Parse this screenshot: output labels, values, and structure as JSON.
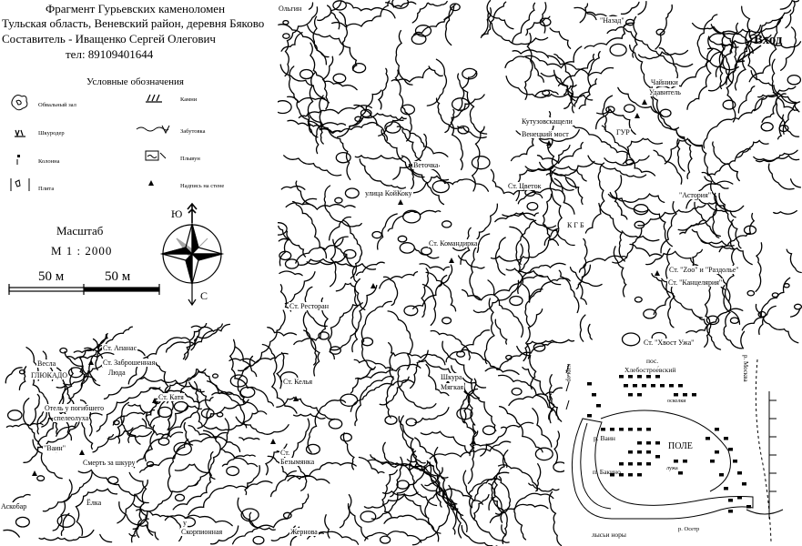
{
  "header": {
    "line1": "Фрагмент Гурьевских каменоломен",
    "line2": "Тульская область, Веневский район, деревня Бяково",
    "line3": "Составитель - Иващенко Сергей Олегович",
    "line4": "тел: 89109401644"
  },
  "legend": {
    "title": "Условные обозначения",
    "items": [
      {
        "icon": "collapse-hall-icon",
        "label": "Обвальный зал"
      },
      {
        "icon": "stones-icon",
        "label": "Камни"
      },
      {
        "icon": "shaft-icon",
        "label": "Шкуродер"
      },
      {
        "icon": "backfill-icon",
        "label": "Забутовка"
      },
      {
        "icon": "column-icon",
        "label": "Колонна"
      },
      {
        "icon": "quicksand-icon",
        "label": "Плывун"
      },
      {
        "icon": "slab-icon",
        "label": "Плита"
      },
      {
        "icon": "triangle-icon",
        "label": "Надпись на стене"
      }
    ]
  },
  "scale": {
    "title": "Масштаб",
    "ratio": "М  1 : 2000",
    "left_label": "50 м",
    "right_label": "50 м"
  },
  "compass": {
    "north": "Ю",
    "south": "С"
  },
  "entrance": "Вход",
  "labels": {
    "top_left": "Ольгин",
    "nazad": "\"Назад\"",
    "chainiki": "Чайники",
    "udavitel": "Удавитель",
    "kupidon": "Кутузовскащели",
    "venetsky": "Венецкий мост",
    "gur": "ГУР",
    "vetochka": "Веточка",
    "koikkoy": "улица КойКоку",
    "tsvetok": "Ст. Цветок",
    "astoriya": "\"Астория\"",
    "kgb": "К Г Б",
    "komandirka": "Ст. Командирка",
    "zoo": "Ст. \"Zoo\" и \"Раздолье\"",
    "kantselyariya": "Ст. \"Канцелярия\"",
    "restoran": "Ст. Ресторан",
    "khvost": "Ст. \"Хвост Ужа\"",
    "kelya": "Ст. Келья",
    "shkura": "Шкура",
    "myagkaya": "Мягкая",
    "bezymyanka_1": "Ст.",
    "bezymyanka_2": "Безымянка",
    "apanas": "Ст. Апанас",
    "zabroshennaya": "Ст. Заброшенная",
    "lyuda": "Люда",
    "vesla": "Весла",
    "glyukado": "ГЛЮКАДО",
    "katya": "Ст. Катя",
    "otel": "Отель у погибшего",
    "speleo": "спелеолуха",
    "vain": "\"Ваин\"",
    "smert": "Смерть за шкуру",
    "askobar": "Аскобар",
    "elka": "Ёлка",
    "u_skorpionnaya": "у",
    "skorpionnaya": "Скорпионная",
    "zhernova": "Жернова"
  },
  "inset": {
    "pos": "пос.",
    "pos_name": "Хлебострое́вский",
    "pole": "ПОЛЕ",
    "vain": "р. Ваин",
    "zavino": "п. Бакино",
    "karer": "карьер",
    "river": "р. Осетр",
    "right_river": "р. Москва",
    "luzha": "лужа",
    "bottom_left": "лысьи норы",
    "oskolki": "осколки"
  }
}
